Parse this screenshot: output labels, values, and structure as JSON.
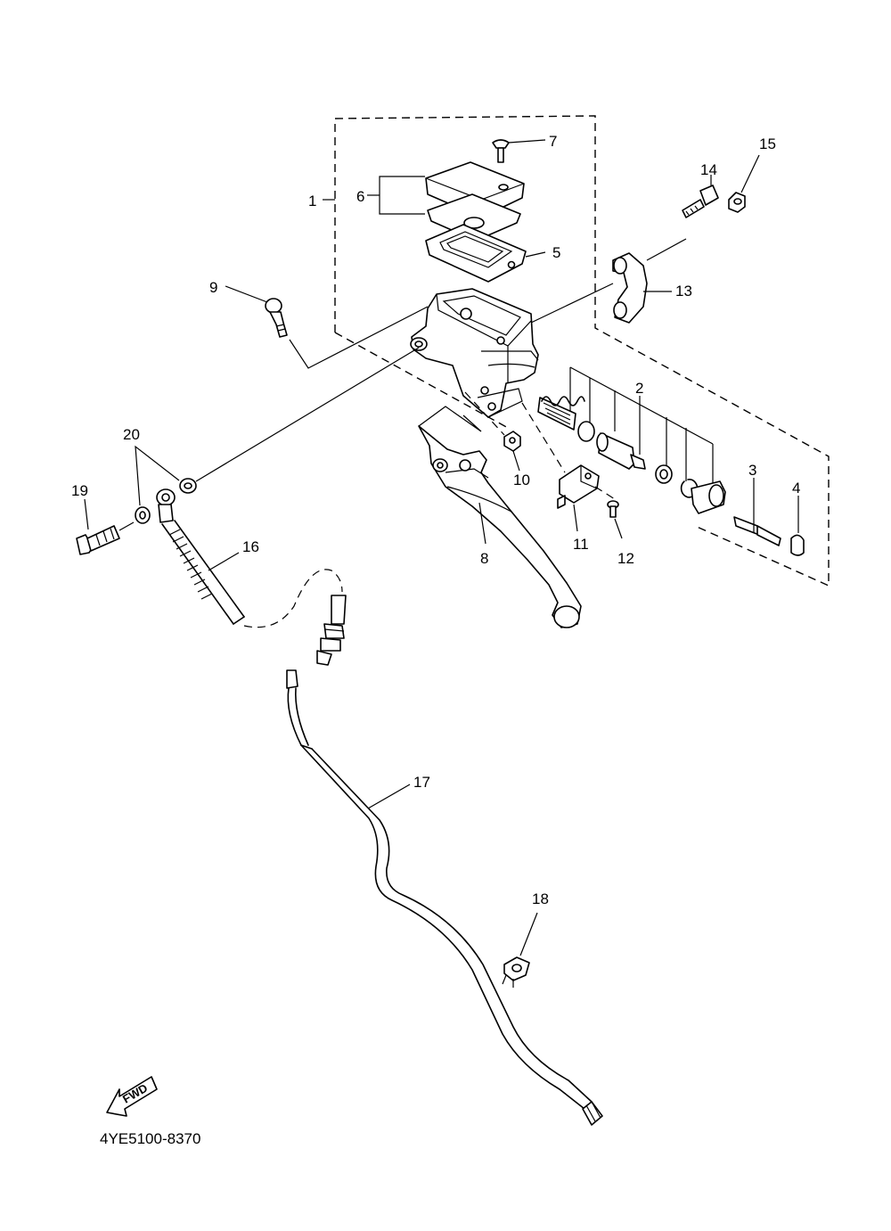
{
  "diagram": {
    "code": "4YE5100-8370",
    "direction_label": "FWD",
    "callouts": [
      "1",
      "2",
      "3",
      "4",
      "5",
      "6",
      "7",
      "8",
      "9",
      "10",
      "11",
      "12",
      "13",
      "14",
      "15",
      "16",
      "17",
      "18",
      "19",
      "20"
    ]
  }
}
